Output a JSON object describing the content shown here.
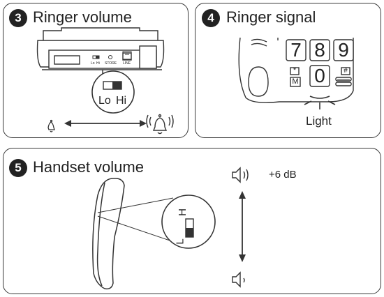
{
  "panels": [
    {
      "number": "3",
      "title": "Ringer volume"
    },
    {
      "number": "4",
      "title": "Ringer signal"
    },
    {
      "number": "5",
      "title": "Handset volume"
    }
  ],
  "ringer_volume": {
    "switch_low": "Lo",
    "switch_high": "Hi",
    "base_label_lo": "Lo",
    "base_label_hi": "Hi",
    "base_label_store": "STORE",
    "base_label_line": "LINE"
  },
  "ringer_signal": {
    "keys": [
      "7",
      "8",
      "9",
      "0"
    ],
    "key_star": "*",
    "key_hash": "#",
    "key_m": "M",
    "light_label": "Light"
  },
  "handset_volume": {
    "gain_label": "+6 dB",
    "switch_high": "H",
    "switch_low": "L"
  }
}
